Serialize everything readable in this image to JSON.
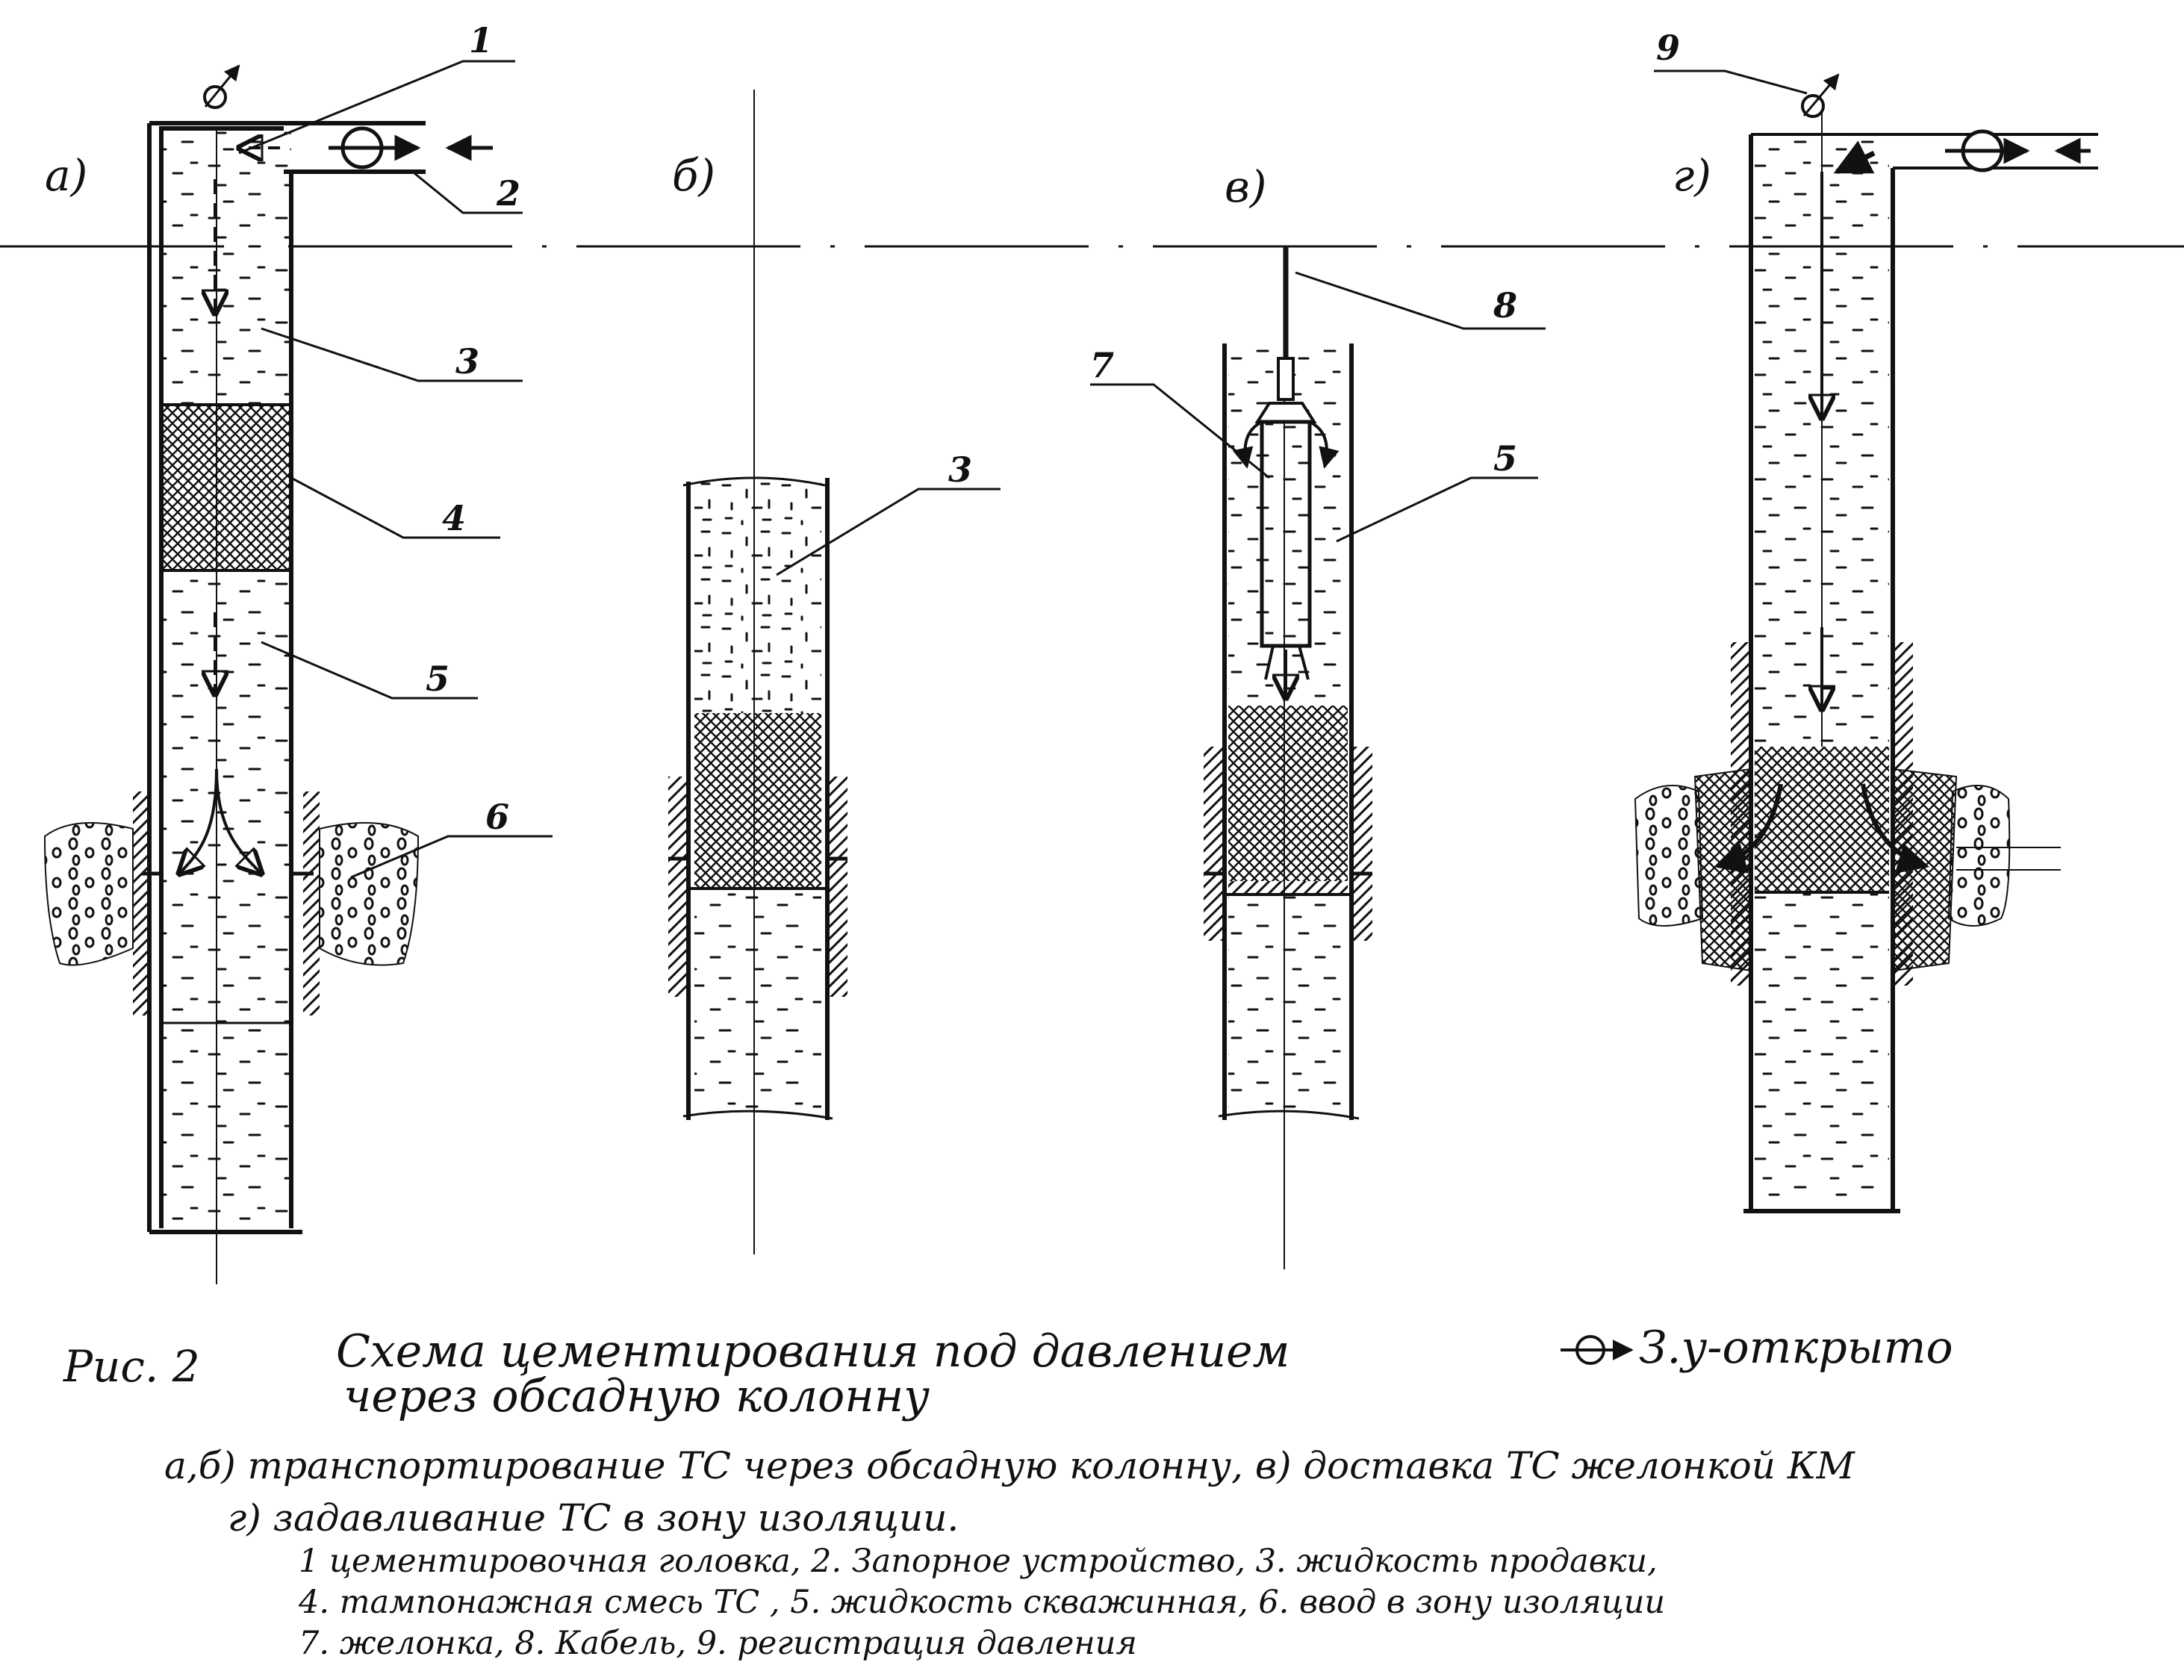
{
  "panels": {
    "a": "а)",
    "b": "б)",
    "v": "в)",
    "g": "г)"
  },
  "callouts": {
    "n1": "1",
    "n2": "2",
    "n3a": "3",
    "n4": "4",
    "n5a": "5",
    "n6": "6",
    "n3b": "3",
    "n7": "7",
    "n8": "8",
    "n5v": "5",
    "n9": "9"
  },
  "caption": {
    "fig_label": "Рис. 2",
    "title_line1": "Схема цементирования под давлением",
    "title_line2": "через обсадную колонну",
    "valve_legend": "З.у-открыто",
    "line_ab": "а,б) транспортирование ТС через обсадную колонну, в) доставка ТС желонкой КМ",
    "line_g": "г) задавливание ТС в зону изоляции.",
    "legend_1": "1 цементировочная головка, 2. Запорное устройство, 3. жидкость продавки,",
    "legend_2": "4. тампонажная смесь ТС , 5. жидкость скважинная, 6. ввод в зону изоляции",
    "legend_3": "7. желонка, 8. Кабель, 9. регистрация давления"
  },
  "colors": {
    "ink": "#111111",
    "paper": "#ffffff"
  }
}
